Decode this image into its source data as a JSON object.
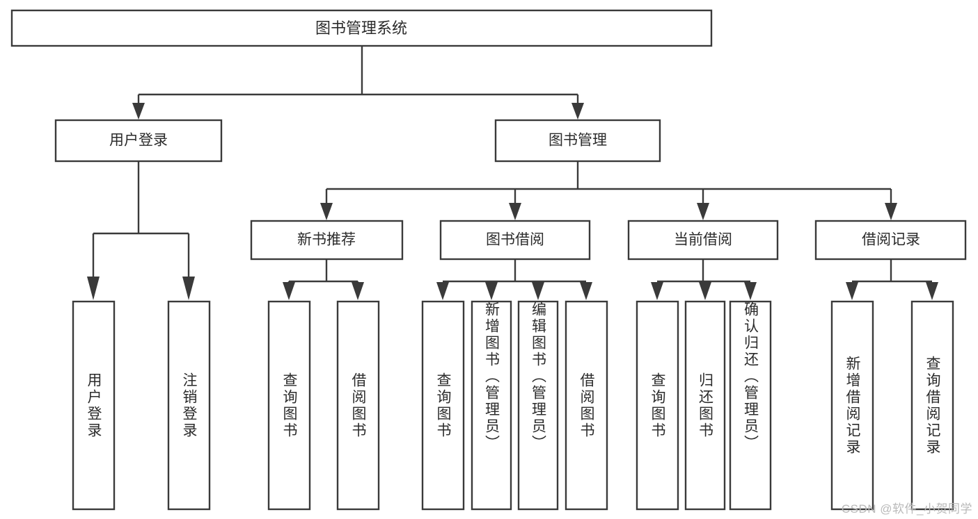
{
  "diagram": {
    "title": "图书管理系统",
    "type": "tree-hierarchy",
    "watermark": "CSDN @软件_小贺同学",
    "colors": {
      "stroke": "#3a3a3a",
      "node_fill": "#ffffff",
      "text": "#2b2b2b",
      "background": "#ffffff",
      "watermark_text": "#b9b9b9"
    },
    "root": {
      "label": "图书管理系统"
    },
    "level1": [
      {
        "label": "用户登录"
      },
      {
        "label": "图书管理"
      }
    ],
    "level2": [
      {
        "label": "新书推荐"
      },
      {
        "label": "图书借阅"
      },
      {
        "label": "当前借阅"
      },
      {
        "label": "借阅记录"
      }
    ],
    "leaves": {
      "user_login": [
        {
          "label": "用户登录"
        },
        {
          "label": "注销登录"
        }
      ],
      "new_book_recommend": [
        {
          "label": "查询图书"
        },
        {
          "label": "借阅图书"
        }
      ],
      "book_borrow": [
        {
          "label": "查询图书"
        },
        {
          "label": "新增图书（管理员）"
        },
        {
          "label": "编辑图书（管理员）"
        },
        {
          "label": "借阅图书"
        }
      ],
      "current_borrow": [
        {
          "label": "查询图书"
        },
        {
          "label": "归还图书"
        },
        {
          "label": "确认归还（管理员）"
        }
      ],
      "borrow_record": [
        {
          "label": "新增借阅记录"
        },
        {
          "label": "查询借阅记录"
        }
      ]
    }
  }
}
